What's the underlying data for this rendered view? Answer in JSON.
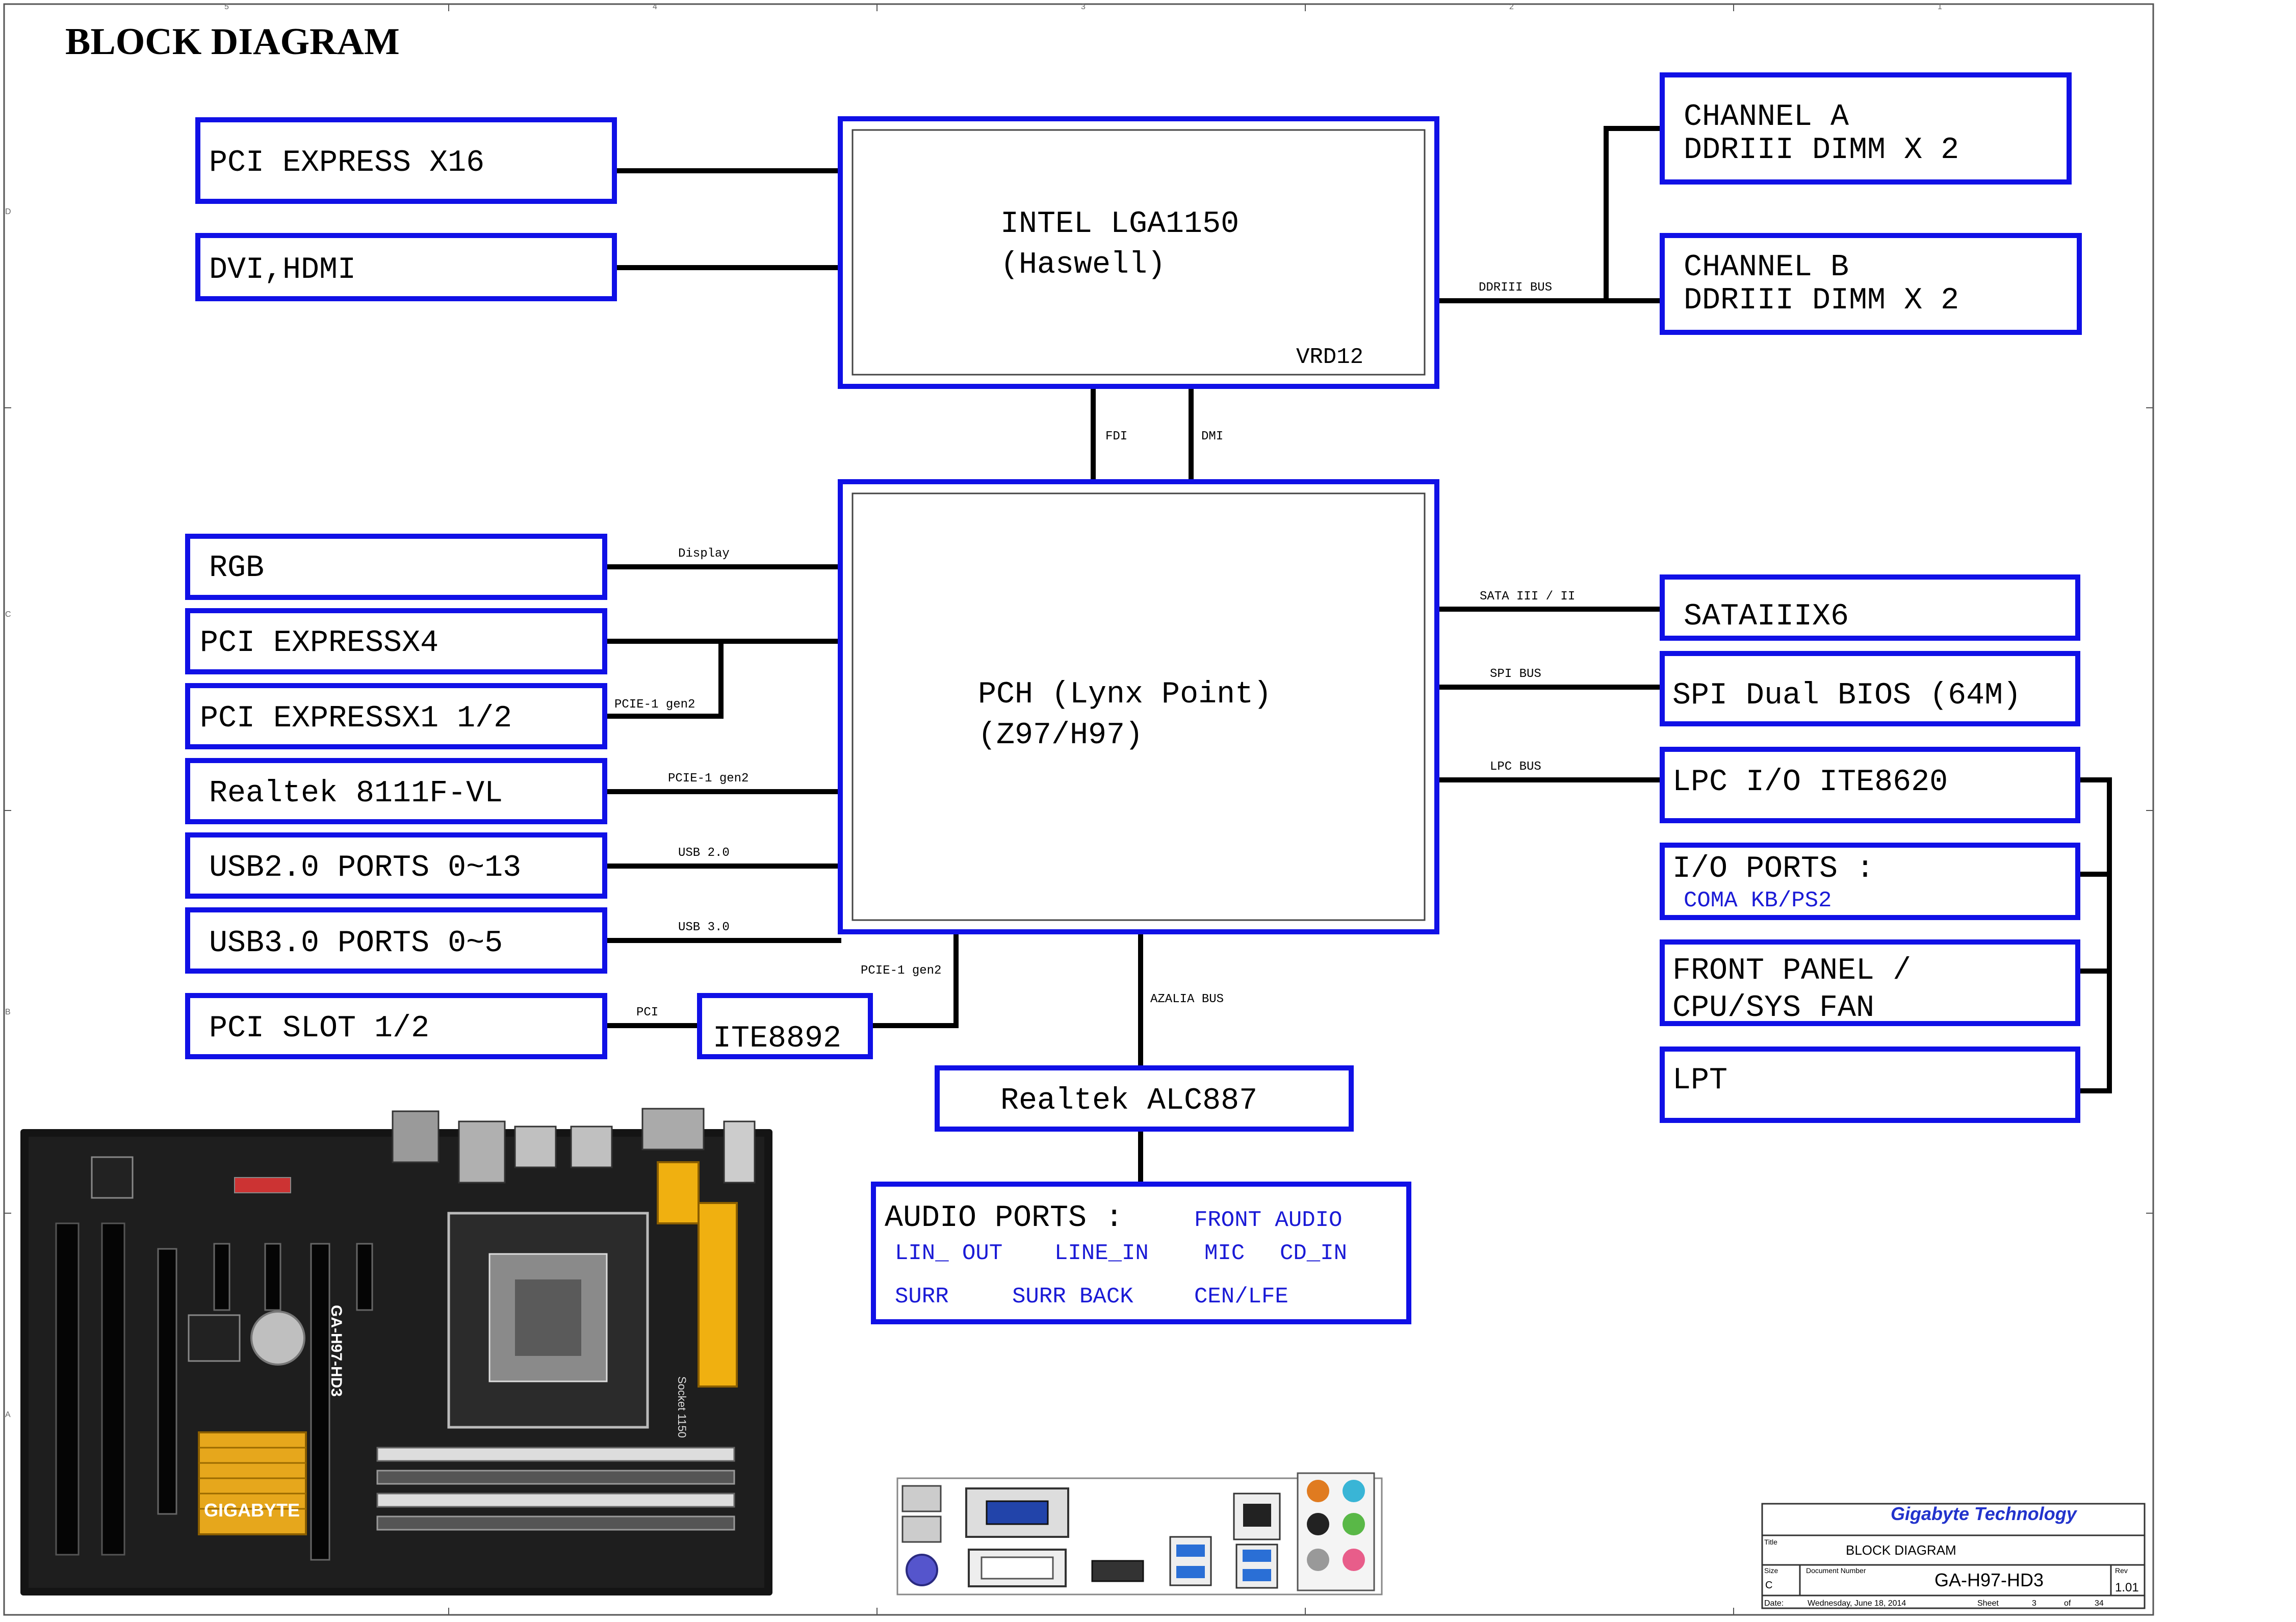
{
  "title": "BLOCK DIAGRAM",
  "colors": {
    "box_border": "#1010e6",
    "line": "#000000",
    "blue_text": "#1a1ad6",
    "company": "#2233cc"
  },
  "blocks": {
    "cpu": {
      "line1": "INTEL LGA1150",
      "line2": "(Haswell)",
      "vrd": "VRD12"
    },
    "pch": {
      "line1": "PCH (Lynx Point)",
      "line2": "(Z97/H97)"
    },
    "pcie_x16": "PCI EXPRESS X16",
    "dvi_hdmi": "DVI,HDMI",
    "channel_a": {
      "line1": "CHANNEL A",
      "line2": "DDRIII  DIMM X 2"
    },
    "channel_b": {
      "line1": "CHANNEL B",
      "line2": "DDRIII DIMM X 2"
    },
    "rgb": "RGB",
    "pcie_x4": "PCI EXPRESSX4",
    "pcie_x1": "PCI EXPRESSX1 1/2",
    "realtek_lan": "Realtek 8111F-VL",
    "usb2": "USB2.0 PORTS 0~13",
    "usb3": "USB3.0 PORTS 0~5",
    "pci_slot": "PCI SLOT 1/2",
    "ite8892": "ITE8892",
    "realtek_audio": "Realtek ALC887",
    "audio_ports": {
      "title": "AUDIO PORTS :",
      "front_audio": "FRONT AUDIO",
      "lin_out": "LIN_ OUT",
      "line_in": "LINE_IN",
      "mic": "MIC",
      "cd_in": "CD_IN",
      "surr": "SURR",
      "surr_back": "SURR BACK",
      "cen_lfe": "CEN/LFE"
    },
    "sata": "SATAIIIX6",
    "spi_bios": "SPI Dual BIOS (64M)",
    "lpc_io": "LPC I/O ITE8620",
    "io_ports": {
      "title": "I/O PORTS :",
      "sub": "COMA  KB/PS2"
    },
    "front_panel": {
      "line1": "FRONT PANEL /",
      "line2": "CPU/SYS FAN"
    },
    "lpt": "LPT"
  },
  "bus_labels": {
    "ddriii_bus": "DDRIII BUS",
    "fdi": "FDI",
    "dmi": "DMI",
    "display": "Display",
    "pcie1_gen2_a": "PCIE-1 gen2",
    "pcie1_gen2_b": "PCIE-1 gen2",
    "pcie1_gen2_c": "PCIE-1 gen2",
    "usb20": "USB 2.0",
    "usb30": "USB 3.0",
    "pci": "PCI",
    "azalia_bus": "AZALIA BUS",
    "sata_bus": "SATA III / II",
    "spi_bus": "SPI BUS",
    "lpc_bus": "LPC BUS"
  },
  "title_block": {
    "company": "Gigabyte Technology",
    "title_label": "Title",
    "title": "BLOCK DIAGRAM",
    "size_label": "Size",
    "size": "C",
    "docnum_label": "Document Number",
    "doc_number": "GA-H97-HD3",
    "rev_label": "Rev",
    "rev": "1.01",
    "date_label": "Date:",
    "date": "Wednesday, June 18, 2014",
    "sheet_label": "Sheet",
    "sheet": "3",
    "of_label": "of",
    "total": "34"
  },
  "board": {
    "brand": "GIGABYTE",
    "model": "GA-H97-HD3",
    "socket": "Socket 1150"
  },
  "ruler": {
    "columns": [
      "5",
      "4",
      "3",
      "2",
      "1"
    ],
    "rows": [
      "D",
      "C",
      "B",
      "A"
    ]
  }
}
